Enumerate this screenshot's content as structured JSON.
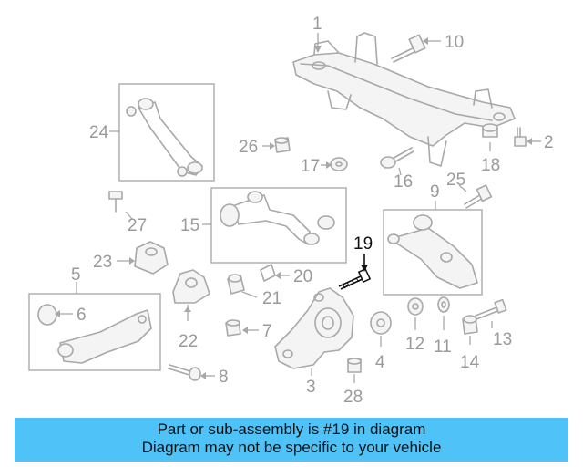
{
  "callouts": {
    "c1": "1",
    "c2": "2",
    "c3": "3",
    "c4": "4",
    "c5": "5",
    "c6": "6",
    "c7": "7",
    "c8": "8",
    "c9": "9",
    "c10": "10",
    "c11": "11",
    "c12": "12",
    "c13": "13",
    "c14": "14",
    "c15": "15",
    "c16": "16",
    "c17": "17",
    "c18": "18",
    "c19": "19",
    "c20": "20",
    "c21": "21",
    "c22": "22",
    "c23": "23",
    "c24": "24",
    "c25": "25",
    "c26": "26",
    "c27": "27",
    "c28": "28"
  },
  "highlighted_part": "19",
  "banner": {
    "line1": "Part or sub-assembly is #19 in diagram",
    "line2": "Diagram may not be specific to your vehicle"
  },
  "colors": {
    "banner_bg": "#4fc3f7",
    "part_stroke": "#a8a8a8",
    "highlight": "#111111"
  }
}
